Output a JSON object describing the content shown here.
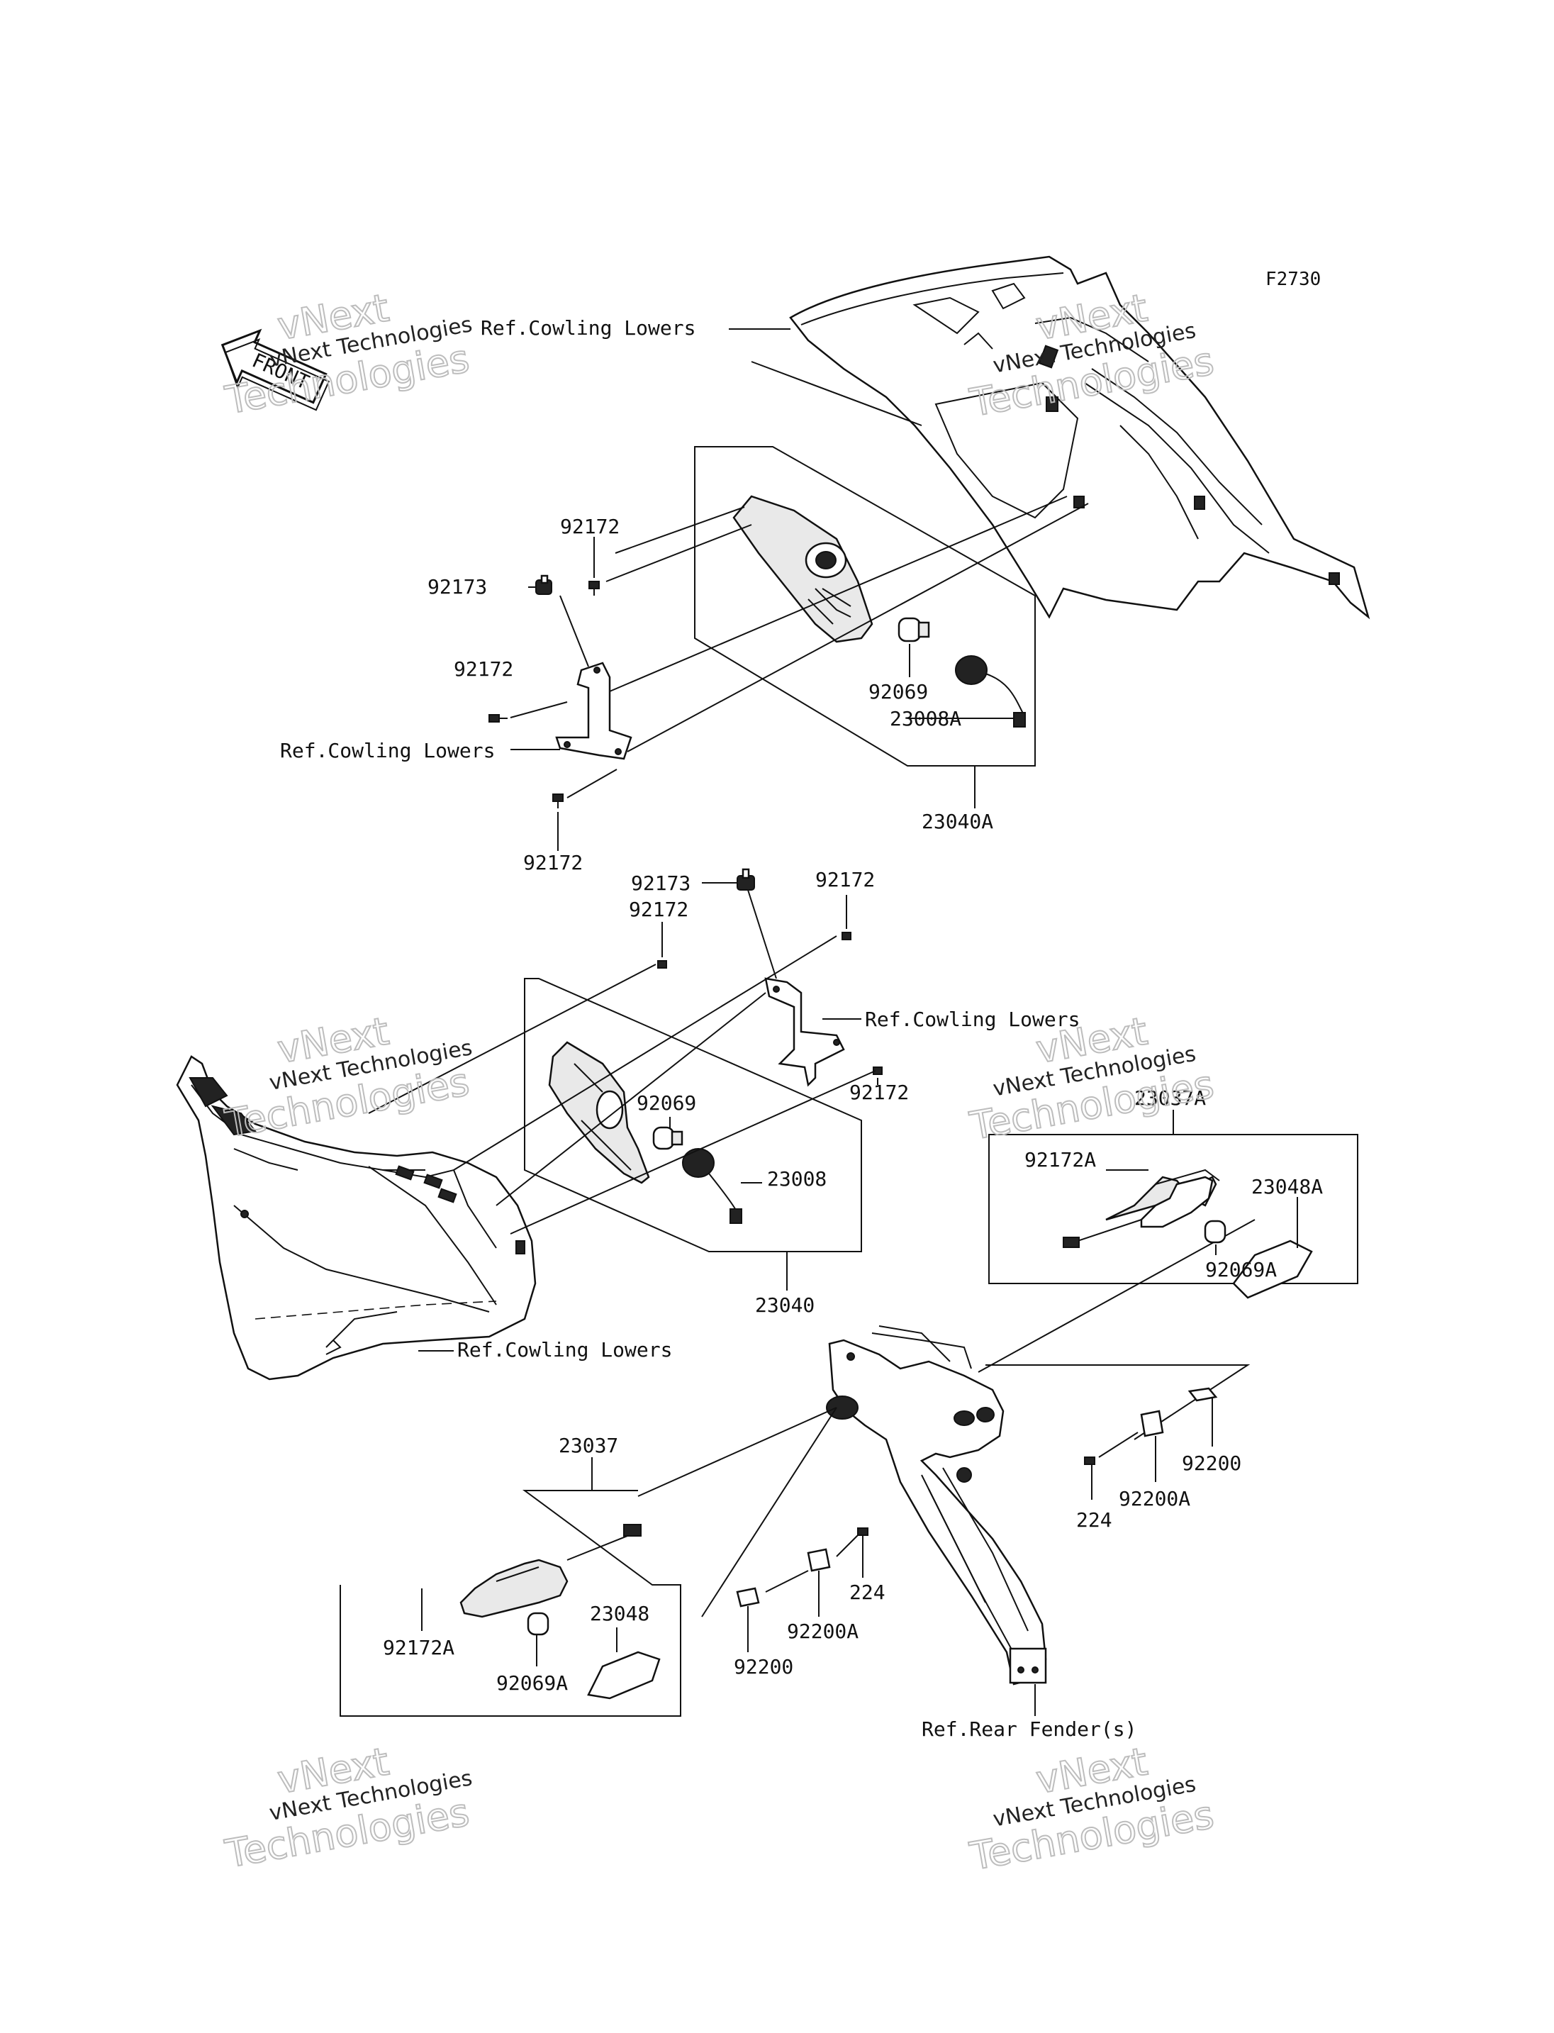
{
  "diagram_code": "F2730",
  "front_badge": "FRONT",
  "watermark": {
    "line1": "vNext Technologies",
    "line2": "vNext",
    "line3": "Technologies"
  },
  "labels": {
    "ref_cowling_top_right": "Ref.Cowling Lowers",
    "ref_cowling_top_left": "Ref.Cowling Lowers",
    "ref_cowling_mid": "Ref.Cowling Lowers",
    "ref_cowling_bottom": "Ref.Cowling Lowers",
    "ref_rear_fender": "Ref.Rear Fender(s)"
  },
  "parts": {
    "p92172_a": "92172",
    "p92173_a": "92173",
    "p92172_b": "92172",
    "p92172_c": "92172",
    "p92069_a": "92069",
    "p23008A": "23008A",
    "p23040A": "23040A",
    "p92173_b": "92173",
    "p92172_d": "92172",
    "p92172_e": "92172",
    "p92172_f": "92172",
    "p92069_b": "92069",
    "p23008": "23008",
    "p23040": "23040",
    "p23037A": "23037A",
    "p92172A_a": "92172A",
    "p23048A": "23048A",
    "p92069A_a": "92069A",
    "p23037": "23037",
    "p92172A_b": "92172A",
    "p92069A_b": "92069A",
    "p23048": "23048",
    "p92200_a": "92200",
    "p92200A_a": "92200A",
    "p224_a": "224",
    "p92200_b": "92200",
    "p92200A_b": "92200A",
    "p224_b": "224"
  }
}
